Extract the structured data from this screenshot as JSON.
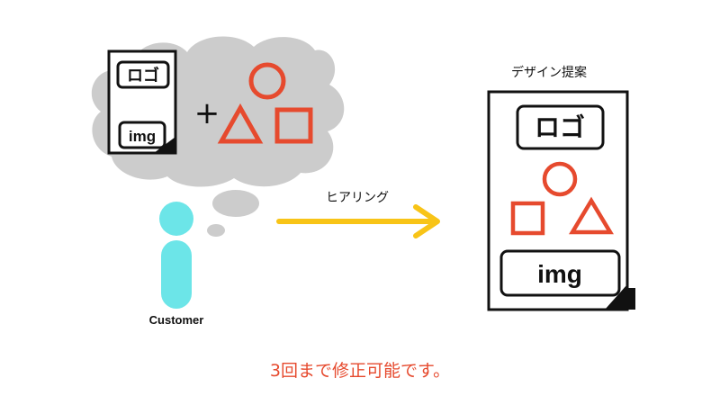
{
  "thought": {
    "logo_label": "ロゴ",
    "img_label": "img",
    "plus_sign": "+"
  },
  "customer": {
    "label": "Customer"
  },
  "arrow": {
    "label": "ヒアリング",
    "color": "#F8C417"
  },
  "proposal": {
    "title": "デザイン提案",
    "logo_label": "ロゴ",
    "img_label": "img"
  },
  "footer": {
    "note": "3回まで修正可能です。"
  },
  "colors": {
    "shape_red": "#E64A2E",
    "cloud_gray": "#CCCCCC",
    "person_cyan": "#6CE5E8",
    "outline_black": "#111111"
  }
}
